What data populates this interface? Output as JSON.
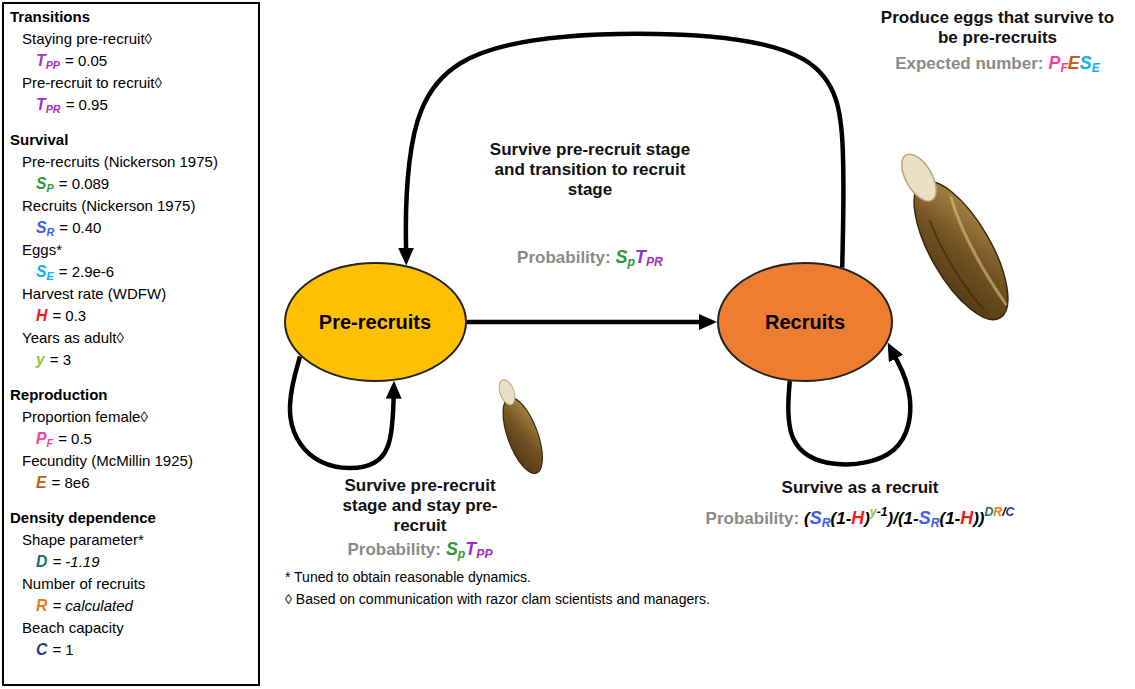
{
  "diagram": {
    "nodes": [
      {
        "text": [
          "Transitions",
          "Staying pre-recruit◊",
          "T",
          "PP",
          "= 0.05",
          "Pre-recruit to recruit◊",
          "T",
          "PR",
          "= 0.95",
          "Survival",
          "Pre-recruits (Nickerson 1975)",
          "S",
          "P",
          "= 0.089",
          "Recruits (Nickerson 1975)",
          "S",
          "R",
          "= 0.40",
          "Eggs*",
          "S",
          "E",
          "= 2.9e-6",
          "Harvest rate (WDFW)",
          "H",
          "= 0.3",
          "Years as adult◊",
          "y",
          "= 3",
          "Reproduction",
          "Proportion female◊",
          "P",
          "F",
          "= 0.5",
          "Fecundity (McMillin 1925)",
          "E",
          "= 8e6",
          "Density dependence",
          "Shape parameter*",
          "D",
          "= -1.19",
          "Number of recruits",
          "R",
          "= calculated",
          "Beach capacity",
          "C",
          "= 1"
        ]
      },
      {
        "text": [
          "Pre-recruits"
        ]
      },
      {
        "text": [
          "Recruits"
        ]
      }
    ],
    "edges": [
      {
        "from": 1,
        "to": 2,
        "arrow": "to",
        "label": "Survive pre-recruit stage and transition to recruit stage"
      },
      {
        "from": 2,
        "to": 1,
        "arrow": "to",
        "label": "Produce eggs that survive to be pre-recruits"
      },
      {
        "from": 1,
        "to": 1,
        "arrow": "to",
        "label": "Survive pre-recruit stage and stay pre-recruit"
      },
      {
        "from": 2,
        "to": 2,
        "arrow": "to",
        "label": "Survive as a recruit"
      }
    ],
    "labels": [
      "Expected number:",
      "P",
      "F",
      "E",
      "S",
      "E",
      "Probability:",
      "S",
      "p",
      "T",
      "PR",
      "Probability:",
      "S",
      "p",
      "T",
      "PP",
      "Probability:",
      "(",
      "S",
      "R",
      "(1-",
      "H",
      ")",
      "y",
      "-1",
      ")/(1-",
      "S",
      "R",
      "(1-",
      "H",
      "))",
      "D",
      "R",
      "/",
      "C",
      "* Tuned to obtain reasonable dynamics.",
      "◊ Based on communication with razor clam scientists and managers."
    ]
  }
}
